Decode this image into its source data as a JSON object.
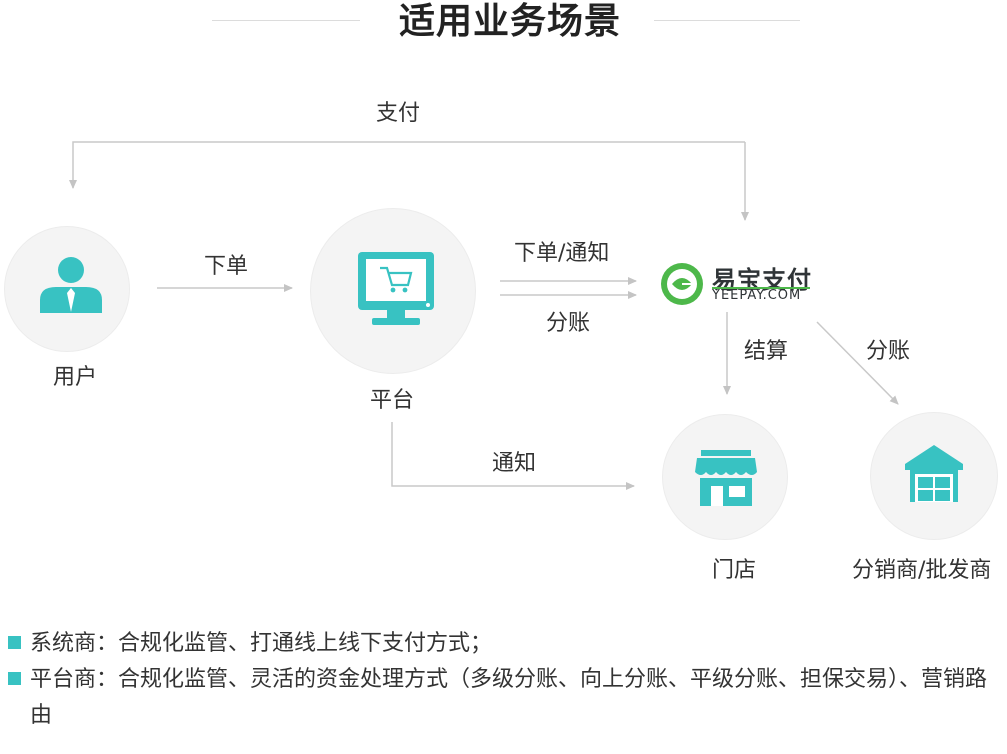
{
  "title": "适用业务场景",
  "colors": {
    "accent": "#38c2c2",
    "logo_green": "#4db84a",
    "arrow": "#c4c4c4",
    "node_bg": "#f4f4f4"
  },
  "nodes": {
    "user": {
      "label": "用户",
      "icon": "user-icon"
    },
    "platform": {
      "label": "平台",
      "icon": "monitor-cart-icon"
    },
    "yeepay": {
      "name": "易宝支付",
      "domain": "YEEPAY.COM",
      "icon": "yeepay-logo"
    },
    "store": {
      "label": "门店",
      "icon": "storefront-icon"
    },
    "distributor": {
      "label": "分销商/批发商",
      "icon": "warehouse-icon"
    }
  },
  "edges": {
    "pay": "支付",
    "order": "下单",
    "order_notify": "下单/通知",
    "split_platform": "分账",
    "settle": "结算",
    "split_distributor": "分账",
    "notify": "通知"
  },
  "bullets": [
    "系统商：合规化监管、打通线上线下支付方式；",
    "平台商：合规化监管、灵活的资金处理方式（多级分账、向上分账、平级分账、担保交易）、营销路由"
  ]
}
